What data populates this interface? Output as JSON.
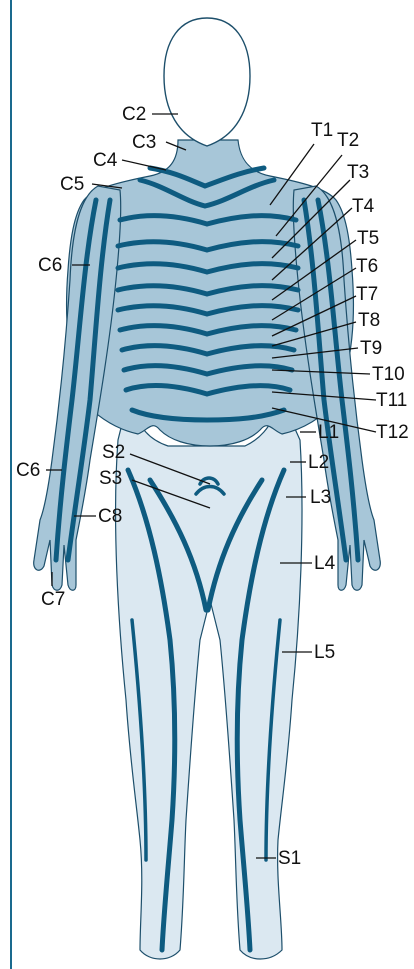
{
  "figure": {
    "colors": {
      "frame": "#1a6a8e",
      "dermatome_band": "#0e5b80",
      "upper_region": "#a7c6d8",
      "lower_region": "#dbe8f1",
      "head": "#ffffff"
    },
    "labels": {
      "c2": "C2",
      "c3": "C3",
      "c4": "C4",
      "c5": "C5",
      "c6_arm": "C6",
      "c6_hand": "C6",
      "c7": "C7",
      "c8": "C8",
      "t1": "T1",
      "t2": "T2",
      "t3": "T3",
      "t4": "T4",
      "t5": "T5",
      "t6": "T6",
      "t7": "T7",
      "t8": "T8",
      "t9": "T9",
      "t10": "T10",
      "t11": "T11",
      "t12": "T12",
      "l1": "L1",
      "l2": "L2",
      "l3": "L3",
      "l4": "L4",
      "l5": "L5",
      "s1": "S1",
      "s2": "S2",
      "s3": "S3"
    }
  }
}
